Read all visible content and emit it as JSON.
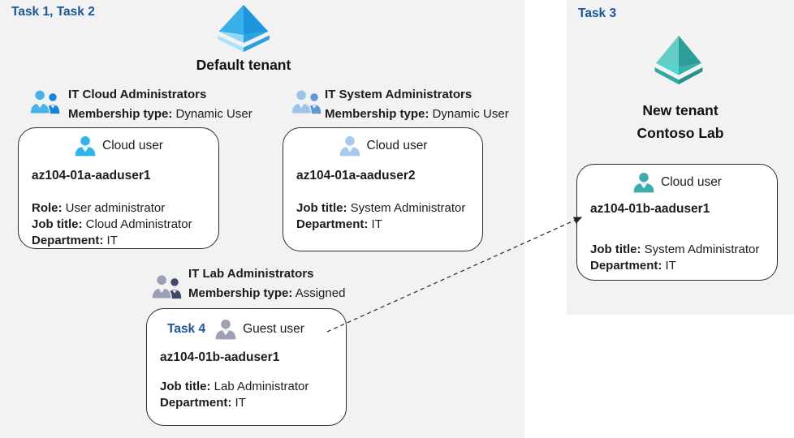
{
  "colors": {
    "panel_bg": "#f2f2f2",
    "task_label": "#17579c",
    "card_border": "#2d2d2d",
    "text": "#1c1c1c",
    "aad_blue_tl": "#39b0e8",
    "aad_blue_tr": "#1e95de",
    "aad_blue_bl": "#8fd8f7",
    "aad_blue_br": "#2ba2e4",
    "aad_blue_chev_l": "#abe3fa",
    "aad_blue_chev_r": "#2aa0e2",
    "aad_teal_tl": "#64cdc7",
    "aad_teal_tr": "#2f9d97",
    "aad_teal_bl": "#4fd6d1",
    "aad_teal_br": "#38b1ab",
    "aad_teal_chev_l": "#35a7a1",
    "aad_teal_chev_r": "#29918b",
    "group_cloud_front": "#47b4e8",
    "group_cloud_back": "#1583dc",
    "group_system_front": "#9dc3e9",
    "group_system_back": "#5f97d2",
    "group_lab_front": "#99a0b6",
    "group_lab_back": "#424769",
    "user_cloud1": "#2eb6ea",
    "user_cloud2": "#a6c9ed",
    "user_guest": "#9aa1b8",
    "user_teal": "#3aacac"
  },
  "left_panel": {
    "task_label": "Task 1, Task 2",
    "tenant": {
      "name": "Default tenant",
      "icon": "azure-ad-tenant-icon"
    }
  },
  "right_panel": {
    "task_label": "Task 3",
    "tenant": {
      "name_line1": "New tenant",
      "name_line2": "Contoso Lab",
      "icon": "azure-ad-tenant-icon"
    }
  },
  "groups": [
    {
      "name": "IT Cloud Administrators",
      "membership_label": "Membership type:",
      "membership_value": "Dynamic User",
      "icon": "user-group-icon"
    },
    {
      "name": "IT System Administrators",
      "membership_label": "Membership type:",
      "membership_value": "Dynamic User",
      "icon": "user-group-icon"
    },
    {
      "name": "IT Lab Administrators",
      "membership_label": "Membership type:",
      "membership_value": "Assigned",
      "icon": "user-group-icon"
    }
  ],
  "users": [
    {
      "type_label": "Cloud user",
      "icon": "person-icon",
      "name": "az104-01a-aaduser1",
      "fields": [
        [
          "Role:",
          "User administrator"
        ],
        [
          "Job title:",
          "Cloud Administrator"
        ],
        [
          "Department:",
          "IT"
        ]
      ]
    },
    {
      "type_label": "Cloud user",
      "icon": "person-icon",
      "name": "az104-01a-aaduser2",
      "fields": [
        [
          "Job title:",
          "System Administrator"
        ],
        [
          "Department:",
          "IT"
        ]
      ]
    },
    {
      "task_label": "Task 4",
      "type_label": "Guest user",
      "icon": "person-icon",
      "name": "az104-01b-aaduser1",
      "fields": [
        [
          "Job title:",
          "Lab Administrator"
        ],
        [
          "Department:",
          "IT"
        ]
      ]
    },
    {
      "type_label": "Cloud user",
      "icon": "person-icon",
      "name": "az104-01b-aaduser1",
      "fields": [
        [
          "Job title:",
          "System Administrator"
        ],
        [
          "Department:",
          "IT"
        ]
      ]
    }
  ],
  "connector": {
    "type": "dashed-arrow"
  }
}
